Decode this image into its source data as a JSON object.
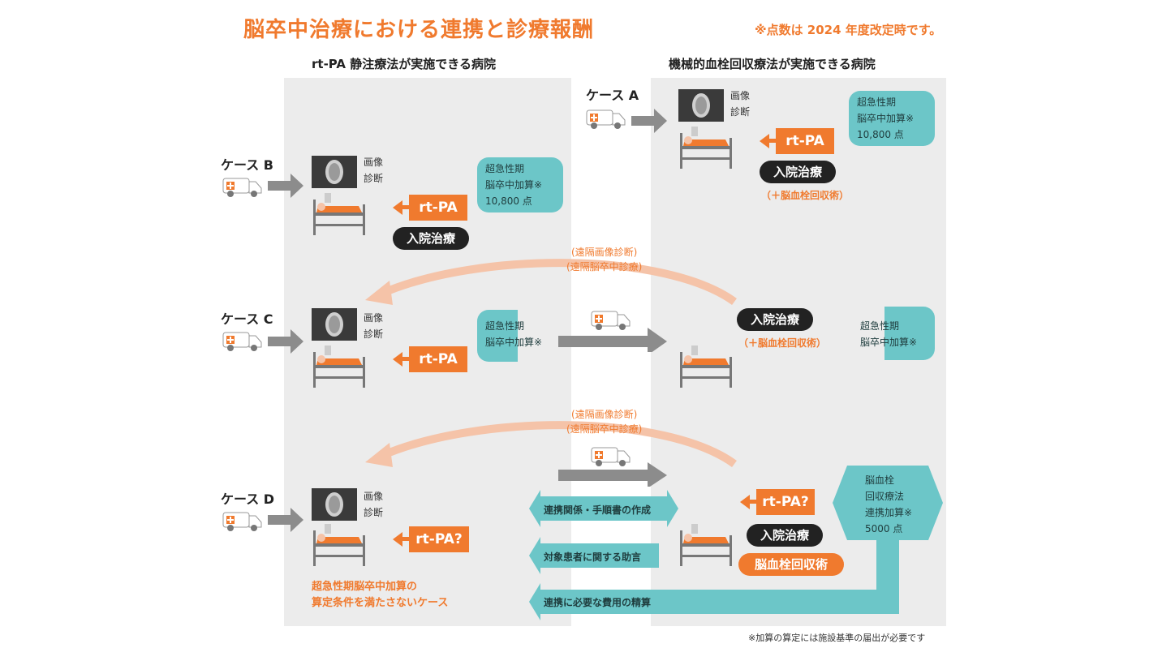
{
  "title": "脳卒中治療における連携と診療報酬",
  "note_top": "※点数は 2024 年度改定時です。",
  "left_header": "rt-PA 静注療法が実施できる病院",
  "right_header": "機械的血栓回収療法が実施できる病院",
  "footnote": "※加算の算定には施設基準の届出が必要です",
  "labels": {
    "case_a": "ケース A",
    "case_b": "ケース B",
    "case_c": "ケース C",
    "case_d": "ケース D",
    "imaging_1": "画像",
    "imaging_2": "診断",
    "rtpa": "rt-PA",
    "rtpa_q": "rt-PA?",
    "admission": "入院治療",
    "thrombectomy_paren": "（＋脳血栓回収術）",
    "thrombectomy": "脳血栓回収術",
    "remote_1": "(遠隔画像診断)",
    "remote_2": "(遠隔脳卒中診療)",
    "case_d_note_1": "超急性期脳卒中加算の",
    "case_d_note_2": "算定条件を満たさないケース"
  },
  "teal": {
    "addon_1": "超急性期",
    "addon_2": "脳卒中加算※",
    "addon_pts": "10,800 点",
    "link_1": "脳血栓",
    "link_2": "回収療法",
    "link_3": "連携加算※",
    "link_pts": "5000 点",
    "band_1": "連携関係・手順書の作成",
    "band_2": "対象患者に関する助言",
    "band_3": "連携に必要な費用の精算"
  },
  "colors": {
    "orange": "#f07a2e",
    "teal": "#6cc6c8",
    "grey_panel": "#ececec",
    "grey_arrow": "#8c8c8c",
    "curve": "#f5c3a8",
    "black_pill": "#222222"
  },
  "icons": [
    "ambulance-icon",
    "ct-scan-icon",
    "patient-bed-icon",
    "arrow-right-icon",
    "curved-arrow-icon"
  ]
}
